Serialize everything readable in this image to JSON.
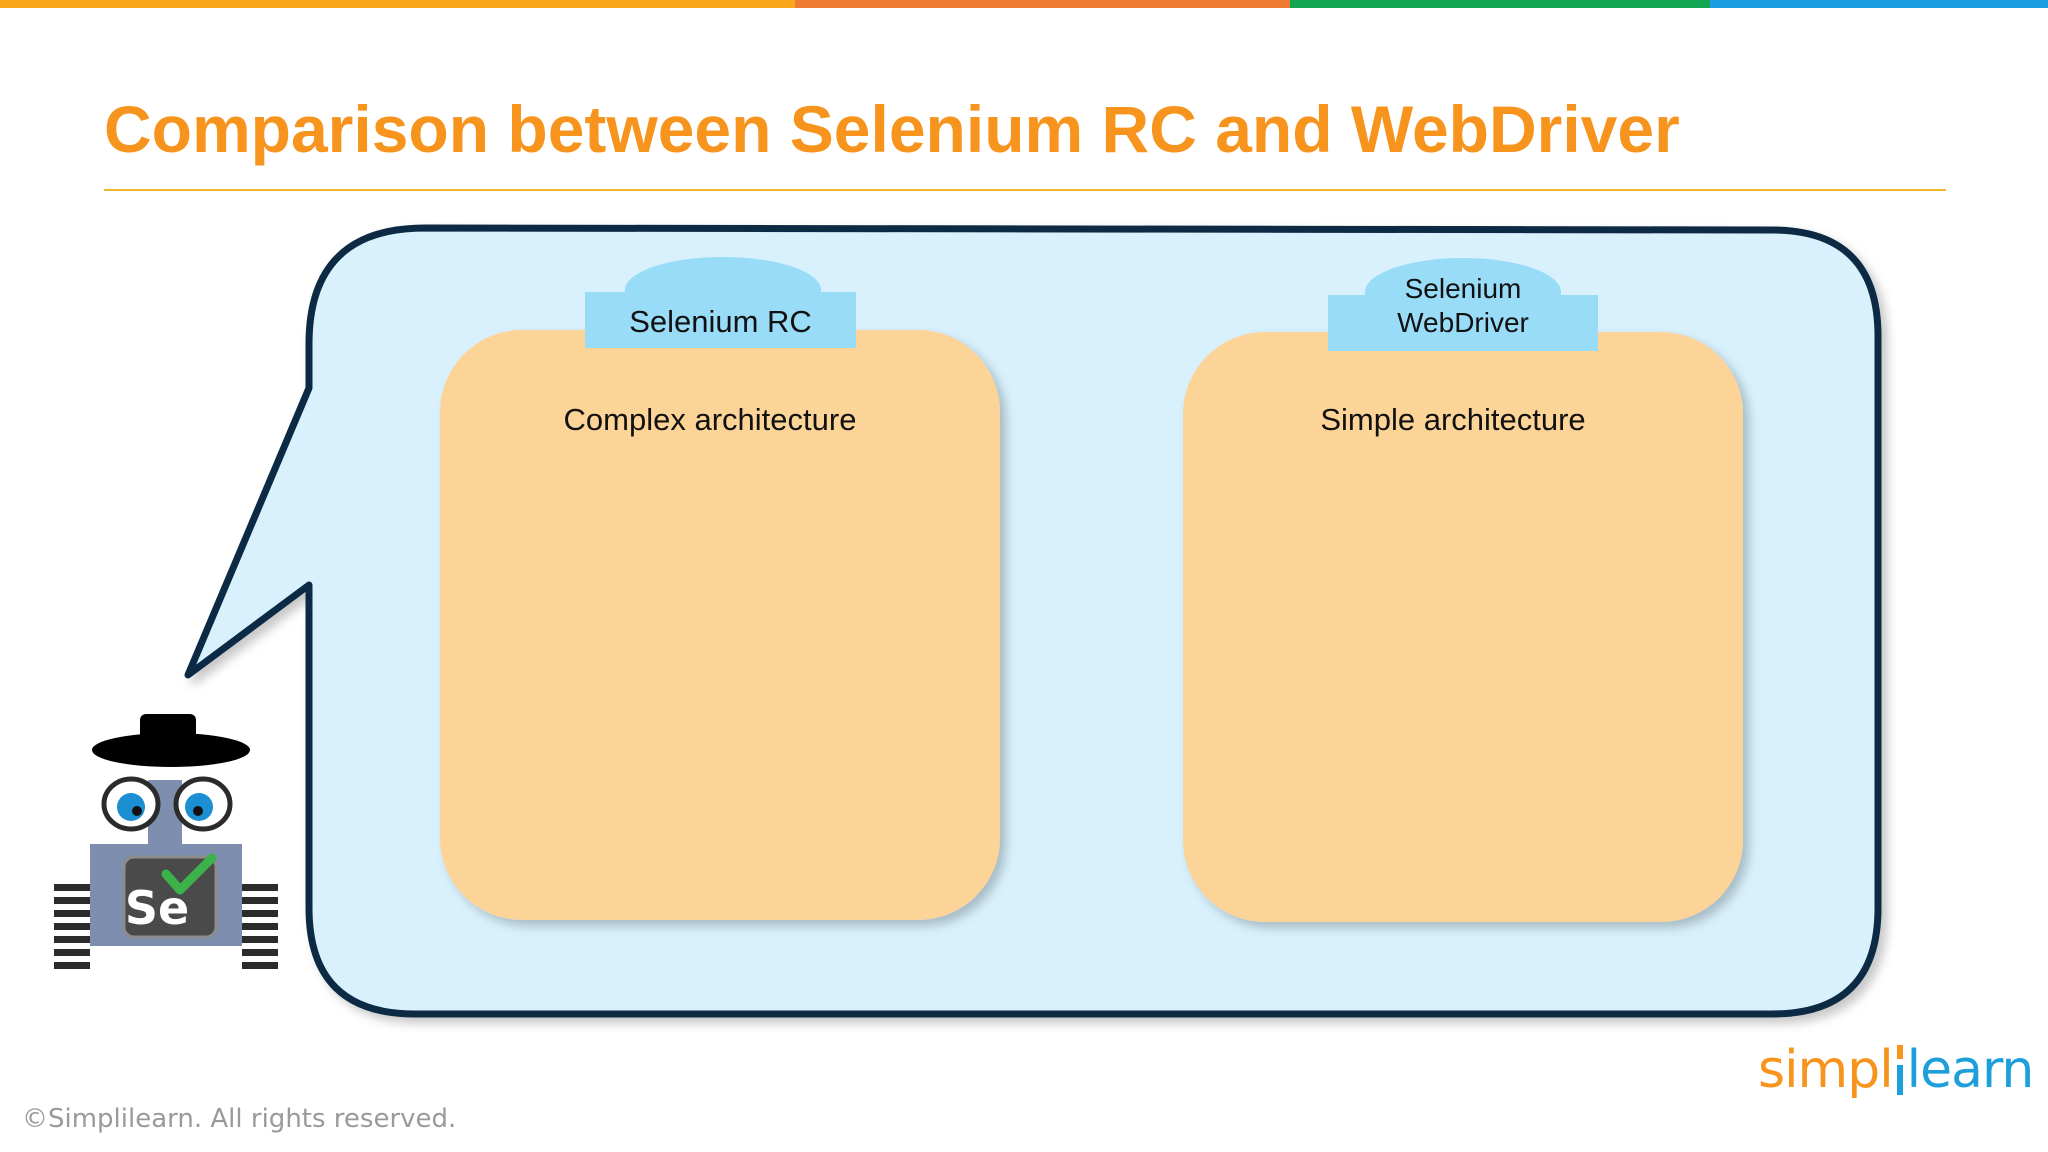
{
  "slide": {
    "title": "Comparison between Selenium RC and WebDriver",
    "footer": "©Simplilearn. All rights reserved."
  },
  "brand": {
    "logo_part1": "simpl",
    "logo_part2": "learn",
    "stripe_colors": [
      "#f9a61a",
      "#ef7b32",
      "#13a652",
      "#1b9ee4"
    ]
  },
  "colors": {
    "title": "#f7941d",
    "rule": "#f0b62d",
    "bubble_fill": "#d8f1fd",
    "bubble_stroke": "#0e2a45",
    "card_fill": "#fdd498",
    "tab_fill": "#98dcf8",
    "footer_text": "#9a9a9a",
    "logo_orange": "#f7941d",
    "logo_blue": "#1d9fd9"
  },
  "left_card": {
    "header": "Selenium RC",
    "text": "Complex architecture"
  },
  "right_card": {
    "header_line1": "Selenium",
    "header_line2": "WebDriver",
    "text": "Simple architecture"
  },
  "mascot": {
    "badge_text": "Se",
    "icon": "selenium-robot-mascot-icon"
  }
}
